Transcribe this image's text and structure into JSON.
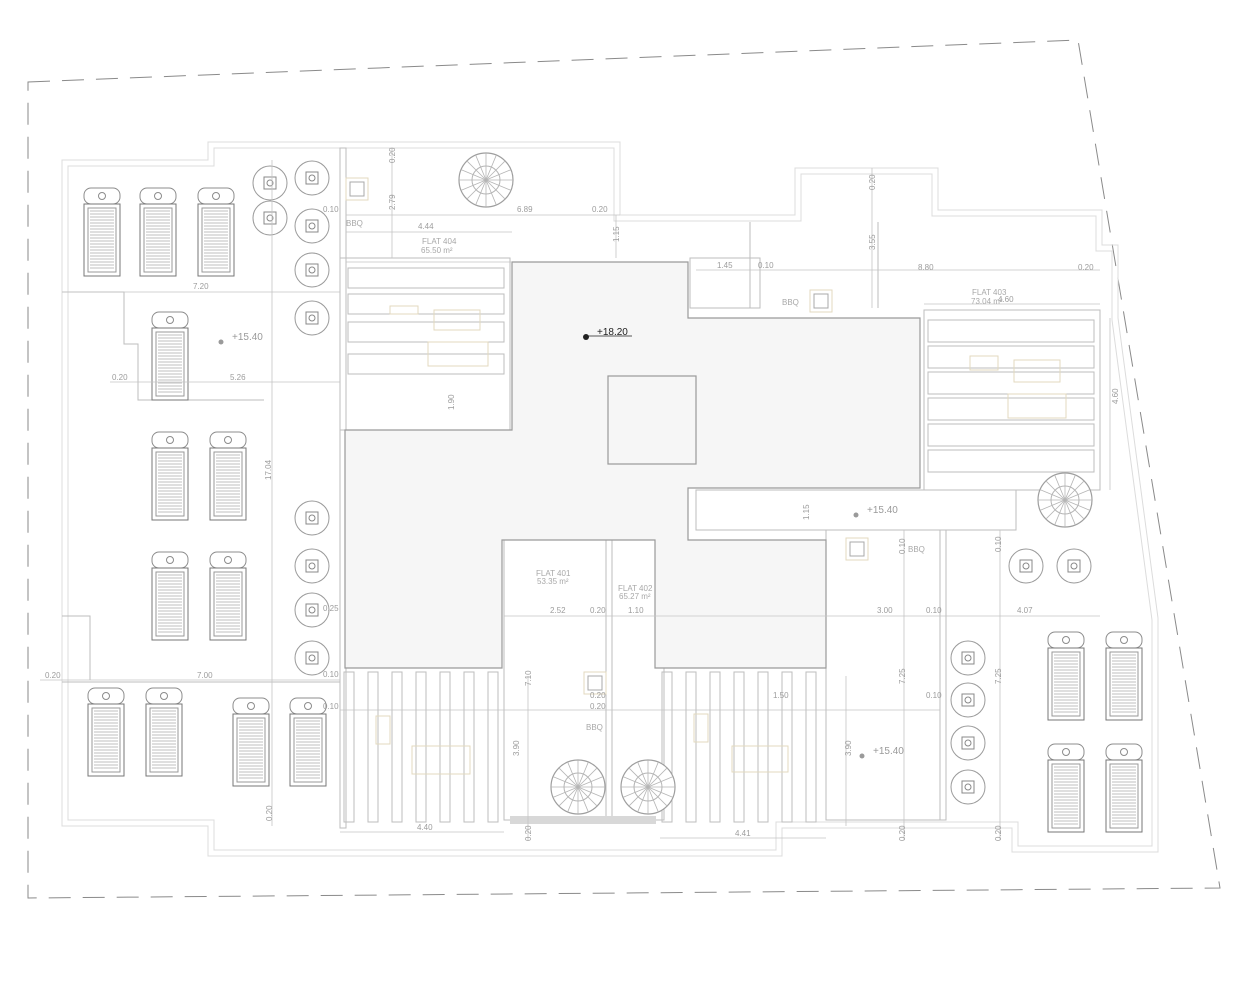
{
  "drawing": {
    "flats": [
      {
        "name": "FLAT 404",
        "area": "65.50 m²"
      },
      {
        "name": "FLAT 403",
        "area": "73.04 m²"
      },
      {
        "name": "FLAT 401",
        "area": "53.35 m²"
      },
      {
        "name": "FLAT 402",
        "area": "65.27 m²"
      }
    ],
    "bbq_label": "BBQ",
    "elevations": {
      "roof": "+18.20",
      "terrace": "+15.40"
    },
    "dims": [
      "0.20",
      "2.79",
      "4.44",
      "6.89",
      "0.20",
      "1.15",
      "0.10",
      "7.20",
      "1.45",
      "0.10",
      "3.55",
      "0.20",
      "8.80",
      "0.20",
      "4.60",
      "4.60",
      "0.20",
      "5.26",
      "1.90",
      "17.04",
      "1.15",
      "0.10",
      "0.10",
      "2.52",
      "0.20",
      "1.10",
      "3.00",
      "0.10",
      "4.07",
      "0.25",
      "0.20",
      "7.00",
      "0.10",
      "0.10",
      "7.10",
      "0.20",
      "0.20",
      "1.50",
      "7.25",
      "7.25",
      "0.10",
      "3.90",
      "3.90",
      "0.20",
      "4.40",
      "4.41",
      "0.20",
      "0.20",
      "0.20"
    ]
  }
}
